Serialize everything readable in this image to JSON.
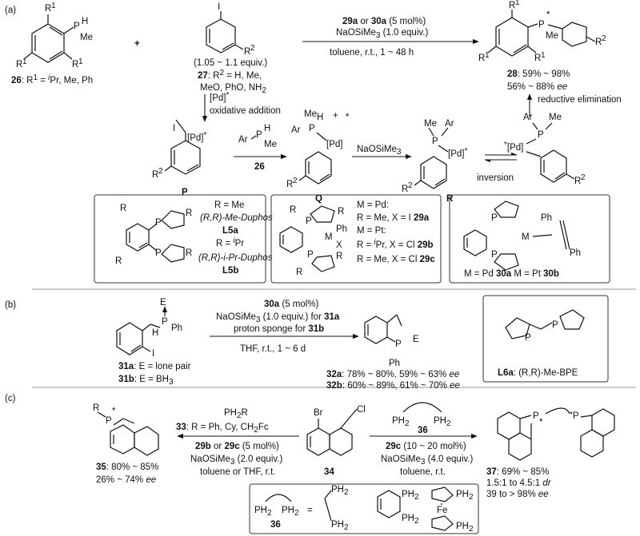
{
  "panels": {
    "a": "(a)",
    "b": "(b)",
    "c": "(c)"
  },
  "a": {
    "sub26": {
      "r1a": "R",
      "r1a_sup": "1",
      "ph": "P",
      "hh": "H",
      "me": "Me",
      "r1b": "R",
      "r1b_sup": "1",
      "r1c": "R",
      "r1c_sup": "1",
      "label": "26",
      "label_rest": ": R",
      "label_sup": "1",
      "label_eq": " = ",
      "ipr_i": "i",
      "ipr_pr": "Pr, Me, Ph"
    },
    "plus": "+",
    "sub27": {
      "iodo": "I",
      "r2": "R",
      "r2_sup": "2",
      "equiv": "(1.05 ~ 1.1 equiv.)",
      "label": "27",
      "line1": ": R",
      "line1_sup": "2",
      "line1b": " = H, Me,",
      "line2": "MeO, PhO, NH",
      "line2_sub": "2"
    },
    "cond": {
      "cat_a": "29a",
      "or": " or ",
      "cat_b": "30a",
      "mol": " (5 mol%)",
      "base": "NaOSiMe",
      "base_sub": "3",
      "base_rest": " (1.0 equiv.)",
      "solvent": "toluene, r.t., 1 ~ 48 h"
    },
    "prod28": {
      "label": "28",
      "yield": ": 59% ~ 98%",
      "ee": "56% ~ 88% ",
      "ee_i": "ee",
      "me": "Me",
      "p": "P",
      "star": "*",
      "r2": "R",
      "r2sup": "2",
      "r1": "R",
      "r1sup": "1"
    },
    "ox": {
      "pd": "[Pd]",
      "star": "*",
      "text": "oxidative addition"
    },
    "red": "reductive elimination",
    "P": {
      "i": "I",
      "pd": "[Pd]",
      "star": "*",
      "r2": "R",
      "r2sup": "2",
      "label": "P"
    },
    "reag26": {
      "ar": "Ar",
      "p": "P",
      "h": "H",
      "me": "Me",
      "label": "26"
    },
    "Q": {
      "me": "Me",
      "ar": "Ar",
      "p": "P",
      "h": "H",
      "pd": "[Pd]",
      "charge": "+",
      "star": "*",
      "r2": "R",
      "r2sup": "2",
      "label": "Q"
    },
    "base2": {
      "t": "NaOSiMe",
      "sub": "3"
    },
    "R": {
      "me": "Me",
      "ar": "Ar",
      "p": "P",
      "pd": "[Pd]",
      "star": "*",
      "r2": "R",
      "r2sup": "2",
      "label": "R"
    },
    "inv": "inversion",
    "RR": {
      "ar": "Ar",
      "me": "Me",
      "p": "P",
      "pd": "[Pd]",
      "star": "*",
      "r2": "R",
      "r2sup": "2"
    },
    "box1": {
      "ra": "R",
      "p1": "P",
      "p2": "P",
      "rb": "R",
      "rc": "R",
      "rd": "R",
      "l1": "R = Me",
      "l2": "(R,R)-Me-Duphos",
      "l3": "L5a",
      "l4": "R = ",
      "l4i": "i",
      "l4b": "Pr",
      "l5": "(R,R)-i-Pr-Duphos",
      "l6": "L5b"
    },
    "box2": {
      "r": "R",
      "p1": "P",
      "p2": "P",
      "m": "M",
      "ph": "Ph",
      "x": "X",
      "r2": "R",
      "r3": "R",
      "r4": "R",
      "l1": "M = Pd:",
      "l2": "R = Me, X = I ",
      "l2b": "29a",
      "l3": "M = Pt:",
      "l4": "R = ",
      "l4i": "i",
      "l4b": "Pr, X = Cl ",
      "l4c": "29b",
      "l5": "R = Me, X = Cl ",
      "l5b": "29c"
    },
    "box3": {
      "p1": "P",
      "p2": "P",
      "m": "M",
      "ph1": "Ph",
      "ph2": "Ph",
      "l1": "M = Pd ",
      "l1b": "30a",
      "l1c": " M =  Pt ",
      "l1d": "30b"
    }
  },
  "b": {
    "sm": {
      "e": "E",
      "p": "P",
      "h": "H",
      "ph": "Ph",
      "i": "I",
      "l1": "31a",
      "l1b": ": E = lone pair",
      "l2": "31b",
      "l2b": ": E = BH",
      "l2sub": "3"
    },
    "cond": {
      "c1": "30a",
      "c1b": " (5 mol%)",
      "c2": "NaOSiMe",
      "c2sub": "3",
      "c2b": " (1.0 equiv.) for ",
      "c2c": "31a",
      "c3": "proton sponge for ",
      "c3b": "31b",
      "c4": "THF, r.t., 1 ~ 6 d"
    },
    "prod": {
      "p": "P",
      "e": "E",
      "ph": "Ph",
      "l1": "32a",
      "l1b": ": 78% ~ 80%, 59% ~ 63% ",
      "ee": "ee",
      "l2": "32b",
      "l2b": ": 60% ~ 89%, 61% ~ 70% "
    },
    "lig": {
      "p1": "P",
      "p2": "P",
      "label": "L6a",
      "label_b": ": (R,R)-Me-BPE"
    }
  },
  "c": {
    "p35": {
      "r": "R",
      "p": "P",
      "star": "*",
      "label": "35",
      "l1": ": 80% ~ 85%",
      "l2": "26% ~ 74% ",
      "ee": "ee"
    },
    "cond_left": {
      "t1": "PH",
      "t1sub": "2",
      "t1b": "R",
      "t2": "33",
      "t2b": ": R = Ph, Cy, CH",
      "t2sub": "2",
      "t2c": "Fc",
      "t3": "29b",
      "t3b": " or ",
      "t3c": "29c",
      "t3d": " (5 mol%)",
      "t4": "NaOSiMe",
      "t4sub": "3",
      "t4b": " (2.0 equiv.)",
      "t5": "toluene or THF, r.t."
    },
    "sm34": {
      "br": "Br",
      "cl": "Cl",
      "label": "34"
    },
    "cond_right": {
      "ph2a": "PH",
      "ph2b": "PH",
      "sub": "2",
      "label": "36",
      "t1": "29c",
      "t1b": " (10 ~ 20 mol%)",
      "t2": "NaOSiMe",
      "t2sub": "3",
      "t2b": " (4.0 equiv.)",
      "t3": "toluene, r.t."
    },
    "p37": {
      "p1": "P",
      "p2": "P",
      "star": "*",
      "label": "37",
      "l1": ": 69% ~ 85%",
      "l2": "1.5:1 to 4.5:1 ",
      "dr": "dr",
      "l3": "39 to > 98% ",
      "ee": "ee"
    },
    "box": {
      "ph2": "PH",
      "sub": "2",
      "eq": "=",
      "label": "36",
      "fe": "Fe"
    }
  }
}
